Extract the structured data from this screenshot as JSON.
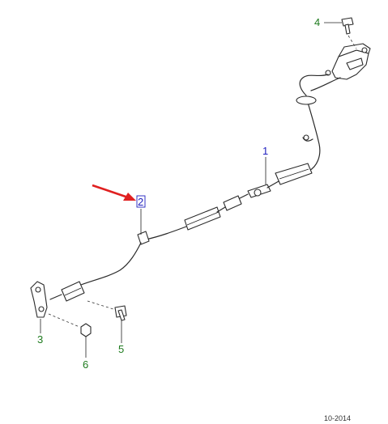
{
  "diagram": {
    "callouts": [
      {
        "id": "1",
        "label": "1",
        "color": "#1f1fbf"
      },
      {
        "id": "2",
        "label": "2",
        "color": "#1f1fbf",
        "highlighted": true
      },
      {
        "id": "3",
        "label": "3",
        "color": "#1e7b1e"
      },
      {
        "id": "4",
        "label": "4",
        "color": "#1e7b1e"
      },
      {
        "id": "5",
        "label": "5",
        "color": "#1e7b1e"
      },
      {
        "id": "6",
        "label": "6",
        "color": "#1e7b1e"
      }
    ],
    "pointer_arrow_color": "#e02020",
    "date_code": "10-2014"
  }
}
